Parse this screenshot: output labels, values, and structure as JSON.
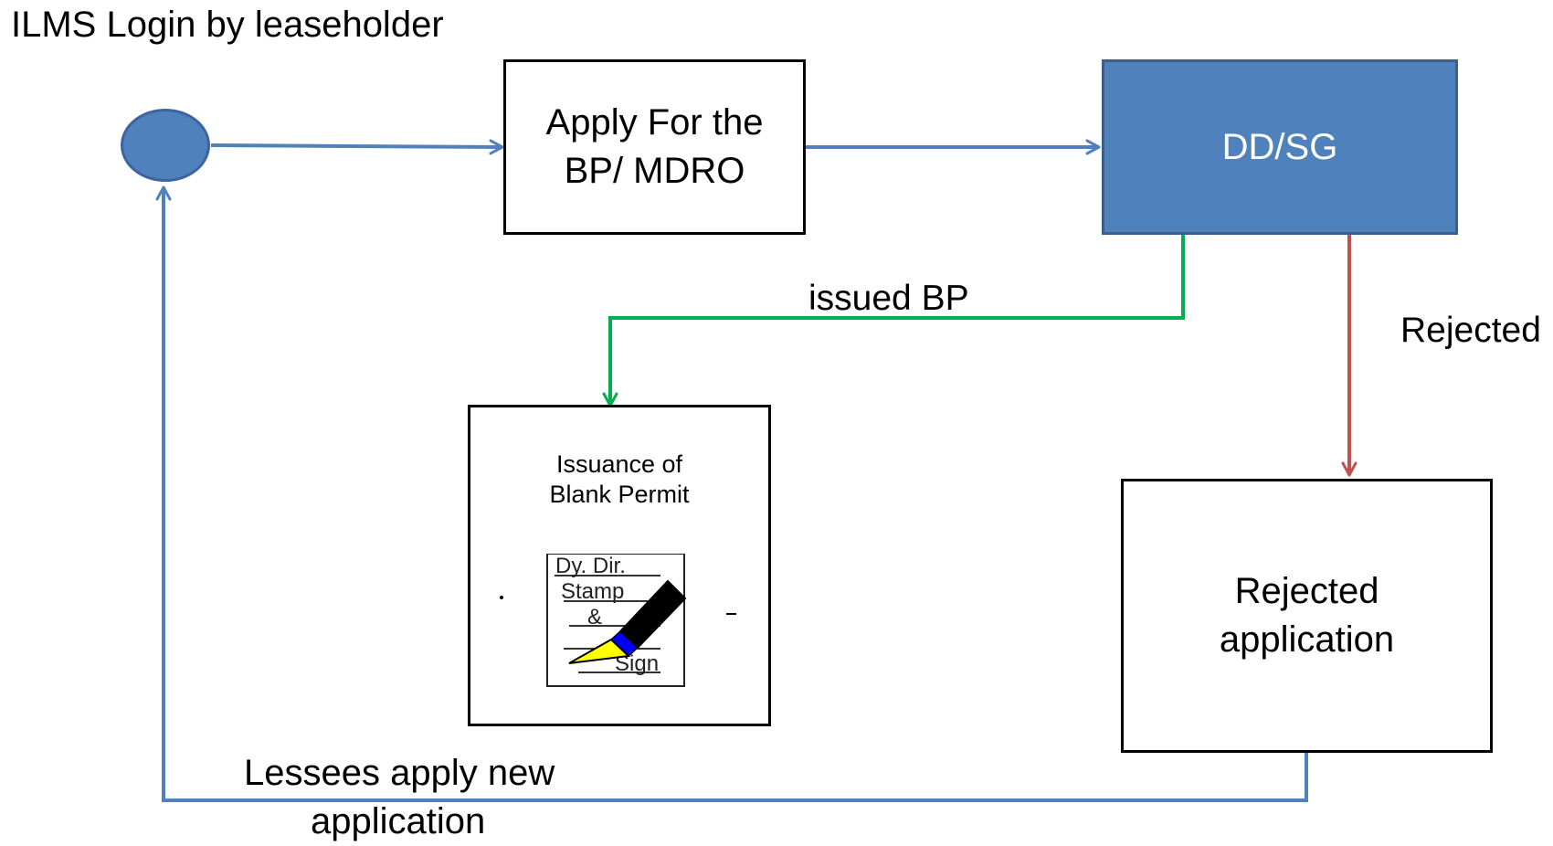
{
  "diagram": {
    "start": {
      "label": "ILMS Login by leaseholder"
    },
    "nodes": {
      "apply": {
        "label_line1": "Apply For the",
        "label_line2": "BP/ MDRO"
      },
      "reviewer": {
        "label": "DD/SG"
      },
      "issuance": {
        "title_line1": "Issuance of",
        "title_line2": "Blank Permit",
        "stamp_text": {
          "line1": "Dy. Dir.",
          "line2": "Stamp",
          "line3": "&",
          "line4": "Sign"
        }
      },
      "rejected": {
        "label_line1": "Rejected",
        "label_line2": "application"
      }
    },
    "edges": {
      "issued_bp": "issued BP",
      "rejected": "Rejected",
      "reapply_line1": "Lessees apply new",
      "reapply_line2": "application"
    },
    "colors": {
      "flow_blue": "#4f81bd",
      "issue_green": "#00b050",
      "reject_red": "#c0504d",
      "box_blue": "#4f81bd",
      "box_border": "#000000"
    },
    "icons": {
      "stamp": "stamp-sign-icon",
      "pen": "pen-icon"
    }
  }
}
